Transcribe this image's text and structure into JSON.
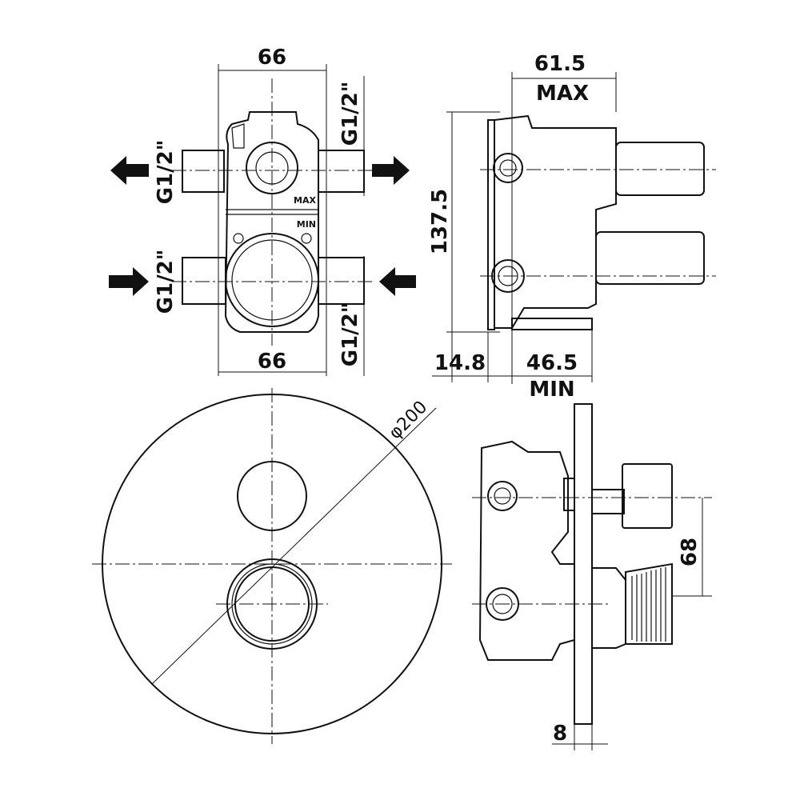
{
  "front_view": {
    "width_top": "66",
    "width_bottom": "66",
    "thread_top_left": "G1/2\"",
    "thread_bottom_left": "G1/2\"",
    "thread_top_right": "G1/2\"",
    "thread_bottom_right": "G1/2\"",
    "body_max": "MAX",
    "body_min": "MIN"
  },
  "side_view": {
    "depth_max": "61.5",
    "max_label": "MAX",
    "height": "137.5",
    "offset": "14.8",
    "depth_min": "46.5",
    "min_label": "MIN"
  },
  "plate_view": {
    "diameter": "φ200"
  },
  "installed_view": {
    "spacing": "68",
    "plate_thickness": "8"
  }
}
